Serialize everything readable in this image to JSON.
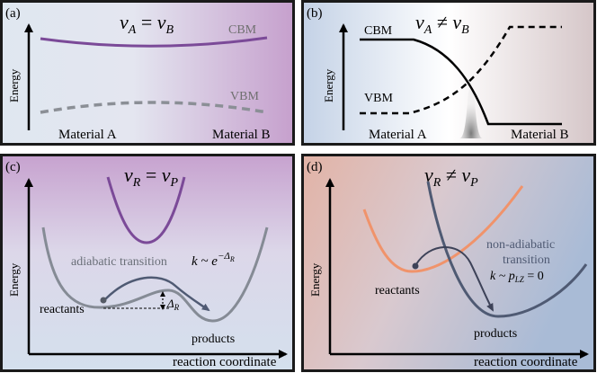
{
  "panels": {
    "a": {
      "label": "(a)",
      "title_lhs": "ν",
      "title_sub_left": "A",
      "title_op": " = ",
      "title_rhs": "ν",
      "title_sub_right": "B",
      "axis_label": "Energy",
      "cbm": "CBM",
      "vbm": "VBM",
      "material_left": "Material A",
      "material_right": "Material B"
    },
    "b": {
      "label": "(b)",
      "title_lhs": "ν",
      "title_sub_left": "A",
      "title_op": " ≠ ",
      "title_rhs": "ν",
      "title_sub_right": "B",
      "axis_label": "Energy",
      "cbm": "CBM",
      "vbm": "VBM",
      "material_left": "Material A",
      "material_right": "Material B"
    },
    "c": {
      "label": "(c)",
      "title_lhs": "ν",
      "title_sub_left": "R",
      "title_op": " = ",
      "title_rhs": "ν",
      "title_sub_right": "P",
      "axis_label": "Energy",
      "x_axis_label": "reaction coordinate",
      "transition_label": "adiabatic transition",
      "rate_prefix": "k ~ e",
      "rate_exponent": "−Δ",
      "rate_exponent_sub": "R",
      "barrier_label": "Δ",
      "barrier_sub": "R",
      "reactants": "reactants",
      "products": "products"
    },
    "d": {
      "label": "(d)",
      "title_lhs": "ν",
      "title_sub_left": "R",
      "title_op": " ≠ ",
      "title_rhs": "ν",
      "title_sub_right": "P",
      "axis_label": "Energy",
      "x_axis_label": "reaction coordinate",
      "transition_line1": "non-adiabatic",
      "transition_line2": "transition",
      "rate_prefix": "k ~ p",
      "rate_sub": "LZ",
      "rate_suffix": " = 0",
      "reactants": "reactants",
      "products": "products"
    }
  },
  "colors": {
    "purple": "#7b4a98",
    "purple_bg": "#c9a4cf",
    "blue_bg": "#c9d6e6",
    "peach_bg": "#dfb6ad",
    "slate": "#4f5a73",
    "orange": "#f0936b",
    "gray_curve": "#858b95"
  }
}
